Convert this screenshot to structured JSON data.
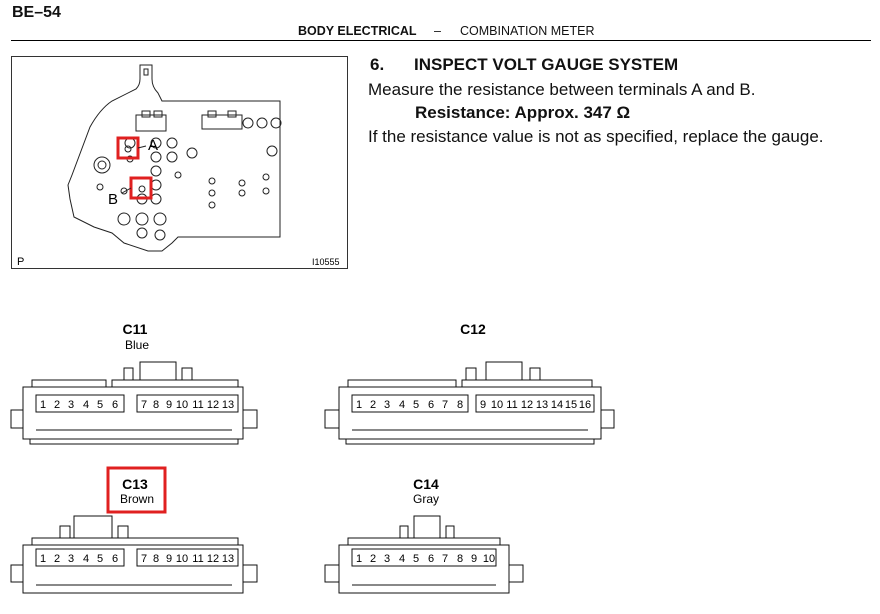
{
  "page": {
    "number": "BE–54",
    "section": "BODY ELECTRICAL",
    "separator": "–",
    "subsection": "COMBINATION METER"
  },
  "step": {
    "number": "6.",
    "title": "INSPECT VOLT GAUGE SYSTEM",
    "instruction": "Measure the resistance between terminals A and B.",
    "spec": "Resistance: Approx. 347 Ω",
    "remedy": "If the resistance value is not as specified, replace the gauge."
  },
  "figure": {
    "label_a": "A",
    "label_b": "B",
    "corner_mark": "P",
    "figure_id": "I10555",
    "highlight_color": "#e02020"
  },
  "connectors": [
    {
      "id": "C11",
      "color": "Blue",
      "pins_left": [
        "1",
        "2",
        "3",
        "4",
        "5",
        "6"
      ],
      "pins_right": [
        "7",
        "8",
        "9",
        "10",
        "11",
        "12",
        "13"
      ]
    },
    {
      "id": "C12",
      "color": "",
      "pins_left": [
        "1",
        "2",
        "3",
        "4",
        "5",
        "6",
        "7",
        "8"
      ],
      "pins_right": [
        "9",
        "10",
        "11",
        "12",
        "13",
        "14",
        "15",
        "16"
      ]
    },
    {
      "id": "C13",
      "color": "Brown",
      "highlighted": true,
      "pins_left": [
        "1",
        "2",
        "3",
        "4",
        "5",
        "6"
      ],
      "pins_right": [
        "7",
        "8",
        "9",
        "10",
        "11",
        "12",
        "13"
      ]
    },
    {
      "id": "C14",
      "color": "Gray",
      "pins": [
        "1",
        "2",
        "3",
        "4",
        "5",
        "6",
        "7",
        "8",
        "9",
        "10"
      ]
    }
  ]
}
